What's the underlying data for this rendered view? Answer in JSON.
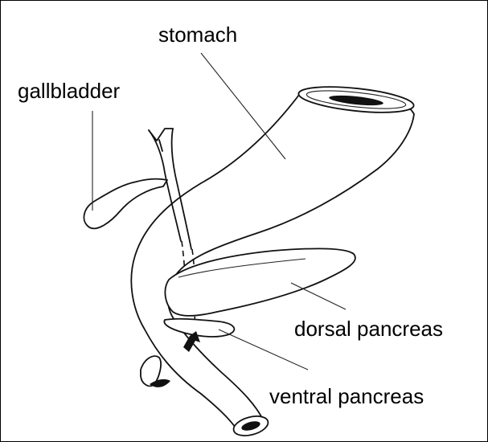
{
  "labels": {
    "stomach": "stomach",
    "gallbladder": "gallbladder",
    "dorsal_pancreas": "dorsal pancreas",
    "ventral_pancreas": "ventral pancreas"
  }
}
